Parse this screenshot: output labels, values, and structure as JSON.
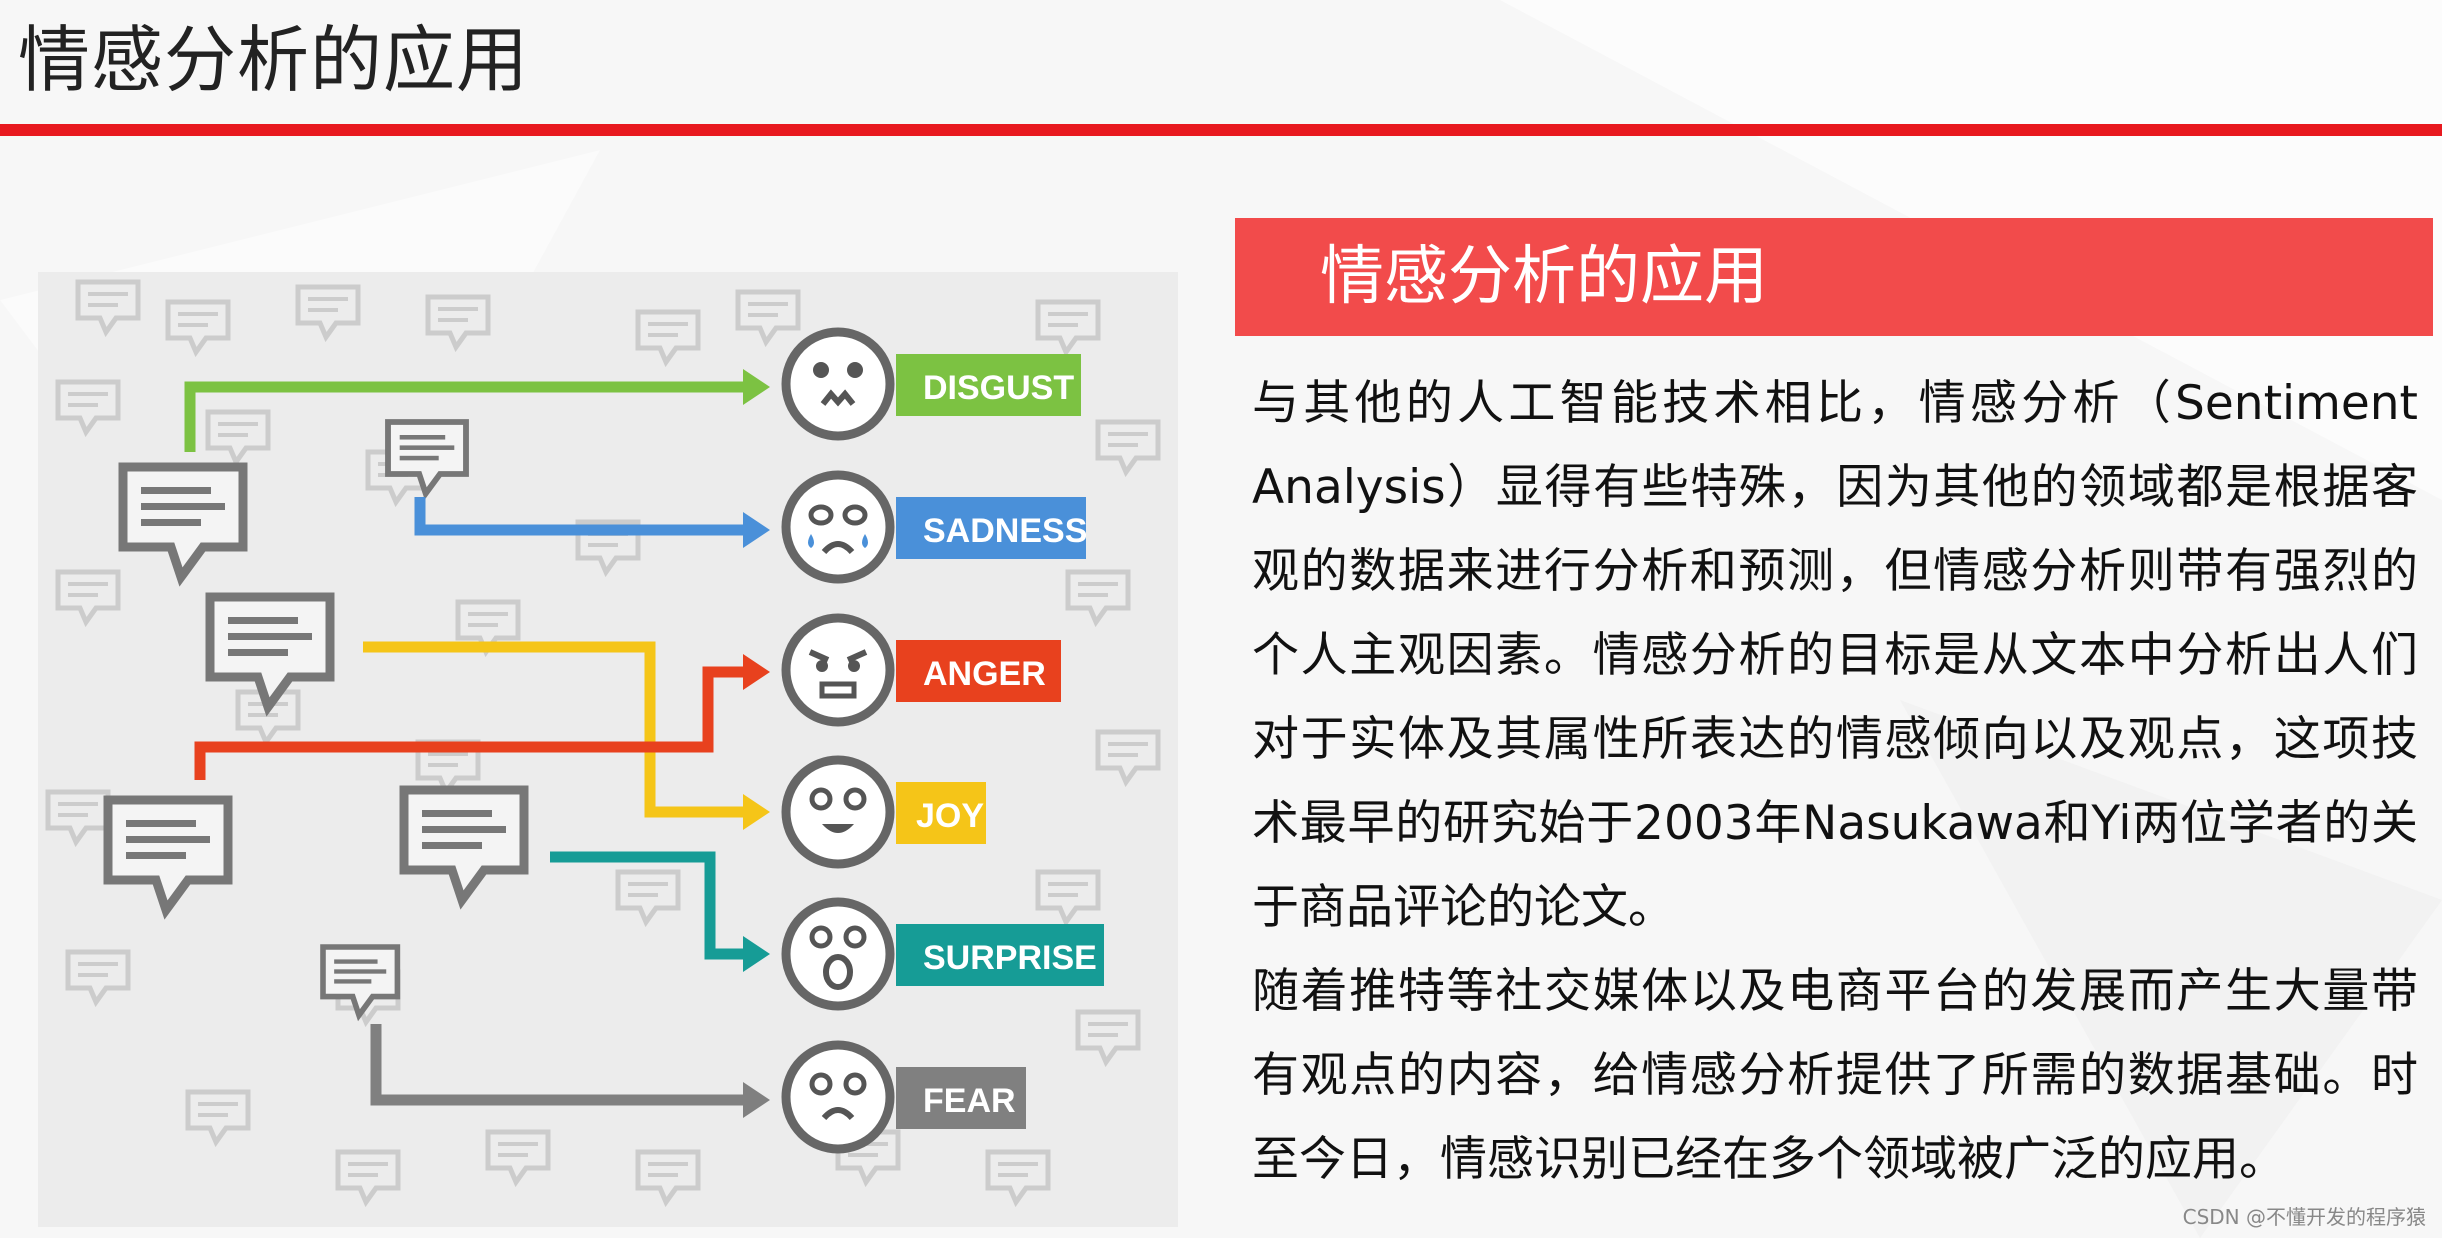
{
  "slide": {
    "title": "情感分析的应用",
    "section_title": "情感分析的应用",
    "paragraphs": [
      "与其他的人工智能技术相比，情感分析（Sentiment Analysis）显得有些特殊，因为其他的领域都是根据客观的数据来进行分析和预测，但情感分析则带有强烈的个人主观因素。情感分析的目标是从文本中分析出人们对于实体及其属性所表达的情感倾向以及观点，这项技术最早的研究始于2003年Nasukawa和Yi两位学者的关于商品评论的论文。",
      "随着推特等社交媒体以及电商平台的发展而产生大量带有观点的内容，给情感分析提供了所需的数据基础。时至今日，情感识别已经在多个领域被广泛的应用。"
    ],
    "watermark": "CSDN @不懂开发的程序猿",
    "accent_color": "#e8191f"
  },
  "illustration": {
    "emotions": [
      {
        "label": "DISGUST",
        "color": "#7cc242",
        "face_icon": "disgust-face-icon"
      },
      {
        "label": "SADNESS",
        "color": "#4a90d9",
        "face_icon": "sad-face-icon"
      },
      {
        "label": "ANGER",
        "color": "#e8411e",
        "face_icon": "angry-face-icon"
      },
      {
        "label": "JOY",
        "color": "#f5c518",
        "face_icon": "happy-face-icon"
      },
      {
        "label": "SURPRISE",
        "color": "#169c96",
        "face_icon": "surprised-face-icon"
      },
      {
        "label": "FEAR",
        "color": "#808080",
        "face_icon": "fearful-face-icon"
      }
    ]
  }
}
